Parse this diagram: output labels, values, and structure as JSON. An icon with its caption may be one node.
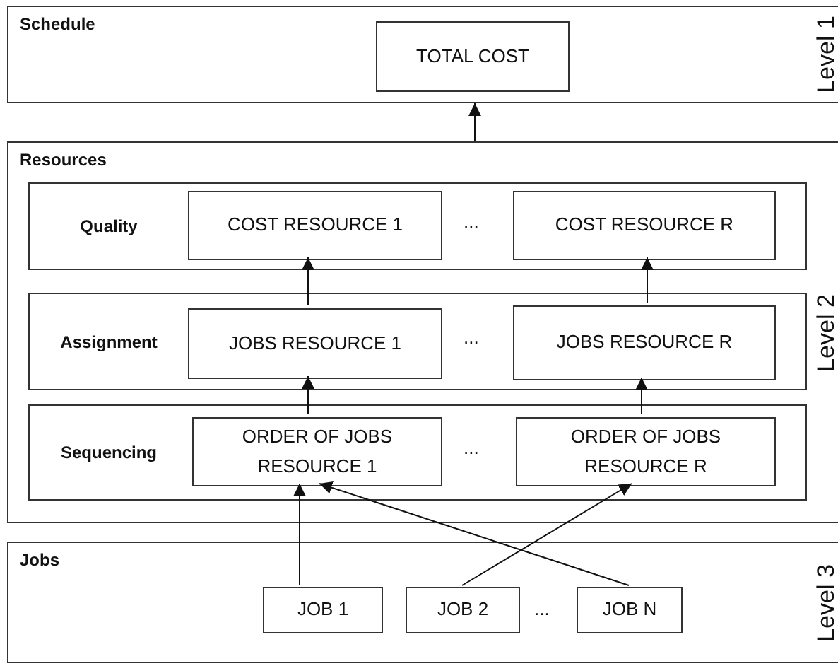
{
  "diagram": {
    "nodes": [
      {
        "text": [
          "Schedule",
          "Level 1"
        ]
      },
      {
        "text": [
          "TOTAL COST"
        ],
        "in": 0
      },
      {
        "text": [
          "Resources",
          "Level 2"
        ]
      },
      {
        "text": [
          "Quality"
        ],
        "in": 2
      },
      {
        "text": [
          "COST RESOURCE 1"
        ],
        "in": 3
      },
      {
        "text": [
          "COST RESOURCE R"
        ],
        "in": 3
      },
      {
        "text": [
          "Assignment"
        ],
        "in": 2
      },
      {
        "text": [
          "JOBS RESOURCE 1"
        ],
        "in": 6
      },
      {
        "text": [
          "JOBS RESOURCE R"
        ],
        "in": 6
      },
      {
        "text": [
          "Sequencing"
        ],
        "in": 2
      },
      {
        "text": [
          "ORDER OF JOBS RESOURCE 1"
        ],
        "in": 9
      },
      {
        "text": [
          "ORDER OF JOBS RESOURCE R"
        ],
        "in": 9
      },
      {
        "text": [
          "Jobs",
          "Level 3"
        ]
      },
      {
        "text": [
          "JOB 1"
        ],
        "in": 12
      },
      {
        "text": [
          "JOB 2"
        ],
        "in": 12
      },
      {
        "text": [
          "JOB N"
        ],
        "in": 12
      }
    ],
    "edges": [
      {
        "from": 2,
        "to": 0,
        "arrow": "to"
      },
      {
        "from": 7,
        "to": 4,
        "arrow": "to"
      },
      {
        "from": 8,
        "to": 5,
        "arrow": "to"
      },
      {
        "from": 10,
        "to": 7,
        "arrow": "to"
      },
      {
        "from": 11,
        "to": 8,
        "arrow": "to"
      },
      {
        "from": 13,
        "to": 10,
        "arrow": "to"
      },
      {
        "from": 14,
        "to": 11,
        "arrow": "to"
      },
      {
        "from": 15,
        "to": 10,
        "arrow": "to"
      }
    ],
    "labels": [
      "...",
      "...",
      "...",
      "..."
    ]
  }
}
